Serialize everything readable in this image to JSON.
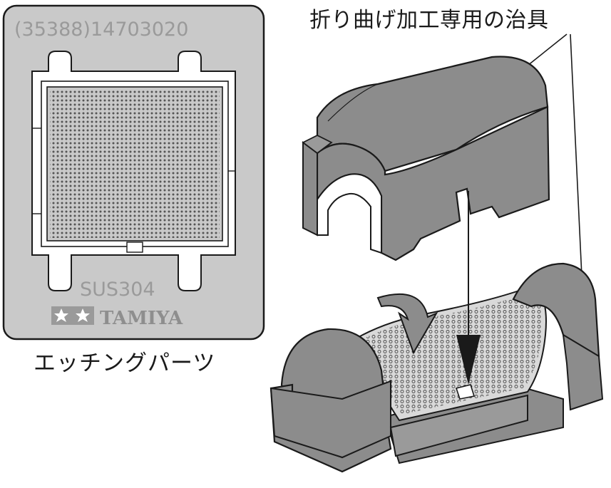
{
  "jig_label": "折り曲げ加工専用の治具",
  "etching_label": "エッチングパーツ",
  "plate": {
    "part_number": "(35388)14703020",
    "material": "SUS304",
    "brand": "TAMIYA"
  },
  "colors": {
    "plate": "#c9c9c9",
    "jig": "#8c8c8c",
    "outline": "#1a1a1a"
  }
}
